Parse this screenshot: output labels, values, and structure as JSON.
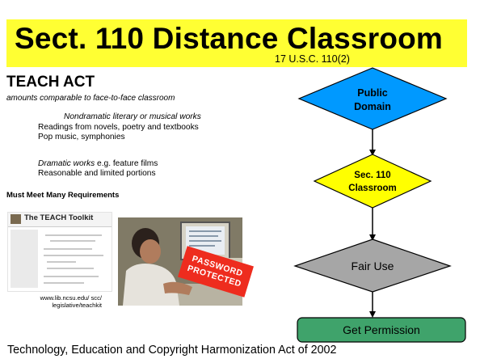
{
  "title": "Sect. 110 Distance Classroom",
  "title_citation": "17 U.S.C. 110(2)",
  "teach": {
    "heading": "TEACH ACT",
    "subheading": "amounts comparable to face-to-face classroom",
    "nondramatic_heading": "Nondramatic literary or musical works",
    "nondramatic_items": [
      "Readings from novels, poetry and textbooks",
      "Pop music, symphonies"
    ],
    "dramatic_heading": "Dramatic works",
    "dramatic_suffix": " e.g. feature films",
    "dramatic_items": [
      "Reasonable and limited portions"
    ],
    "requirements": "Must Meet Many Requirements"
  },
  "toolkit": {
    "title": "The TEACH Toolkit",
    "url_lines": [
      "www.lib.ncsu.edu/ scc/",
      "legislative/teachkit"
    ]
  },
  "photo": {
    "stamp_lines": [
      "PASSWORD",
      "PROTECTED"
    ]
  },
  "flow": {
    "public_domain": [
      "Public",
      "Domain"
    ],
    "sec110": [
      "Sec. 110",
      "Classroom"
    ],
    "fair_use": "Fair Use",
    "permission": "Get Permission"
  },
  "colors": {
    "title_band": "#ffff33",
    "public_domain_fill": "#0099ff",
    "sec110_fill": "#ffff00",
    "fair_use_fill": "#a6a6a6",
    "permission_fill": "#3fa36b",
    "stamp_fill": "#ee2c1e"
  },
  "footer": "Technology, Education and Copyright Harmonization Act of 2002"
}
